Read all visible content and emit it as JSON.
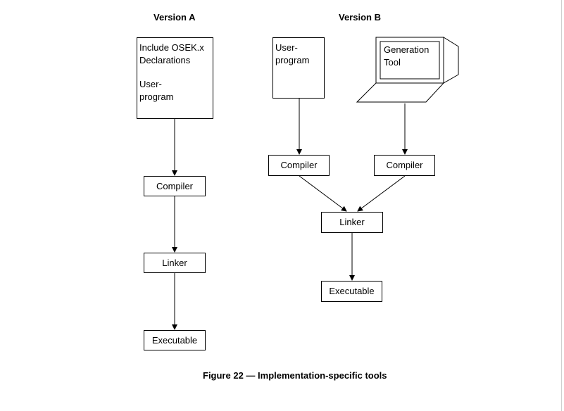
{
  "version_a": {
    "heading": "Version A",
    "source_lines": [
      "Include OSEK.x",
      "Declarations",
      "User-",
      "program"
    ],
    "compiler": "Compiler",
    "linker": "Linker",
    "executable": "Executable"
  },
  "version_b": {
    "heading": "Version B",
    "user_program_lines": [
      "User-",
      "program"
    ],
    "generation_tool_lines": [
      "Generation",
      "Tool"
    ],
    "compiler_left": "Compiler",
    "compiler_right": "Compiler",
    "linker": "Linker",
    "executable": "Executable"
  },
  "caption": "Figure 22 — Implementation-specific tools",
  "icons": [
    "computer-icon"
  ]
}
